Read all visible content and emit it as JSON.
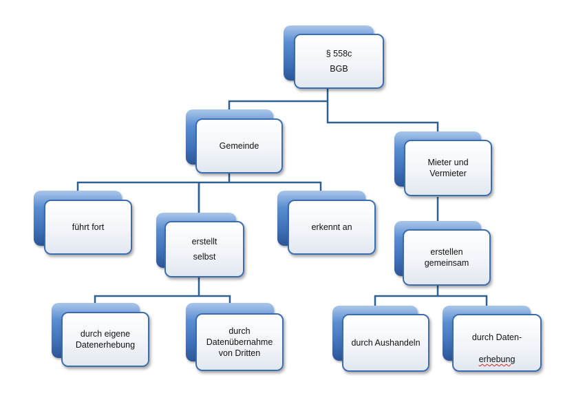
{
  "diagram": {
    "nodes": {
      "root": {
        "label": "§ 558c\nBGB"
      },
      "gemeinde": {
        "label": "Gemeinde"
      },
      "mieter": {
        "label": "Mieter und\nVermieter"
      },
      "fuehrt": {
        "label": "führt  fort"
      },
      "erstellt": {
        "label": "erstellt\nselbst"
      },
      "erkennt": {
        "label": "erkennt  an"
      },
      "erstellen": {
        "label": "erstellen\ngemeinsam"
      },
      "eigene": {
        "label": "durch eigene\nDatenerhebung"
      },
      "uebernahme": {
        "label": "durch\nDatenübernahme\nvon Dritten"
      },
      "aushandeln": {
        "label": "durch Aushandeln"
      },
      "daten_line1": {
        "label": "durch Daten-"
      },
      "daten_line2": {
        "label": "erhebung"
      }
    }
  },
  "colors": {
    "connector": "#2f5f8f",
    "box_back": "#3f70b8",
    "box_border": "#3a6cb0",
    "box_face": "#f2f5f9"
  }
}
